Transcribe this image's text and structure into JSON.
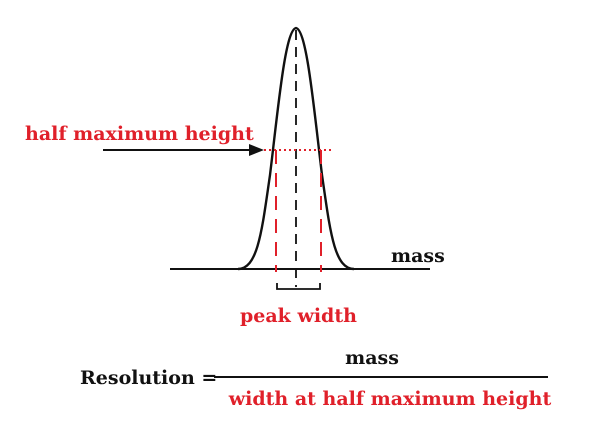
{
  "labels": {
    "half_max": "half maximum height",
    "mass_axis": "mass",
    "peak_width": "peak width"
  },
  "formula": {
    "lhs": "Resolution =",
    "numerator": "mass",
    "denominator": "width at half maximum height"
  },
  "colors": {
    "ink": "#111111",
    "accent": "#e0202a"
  }
}
